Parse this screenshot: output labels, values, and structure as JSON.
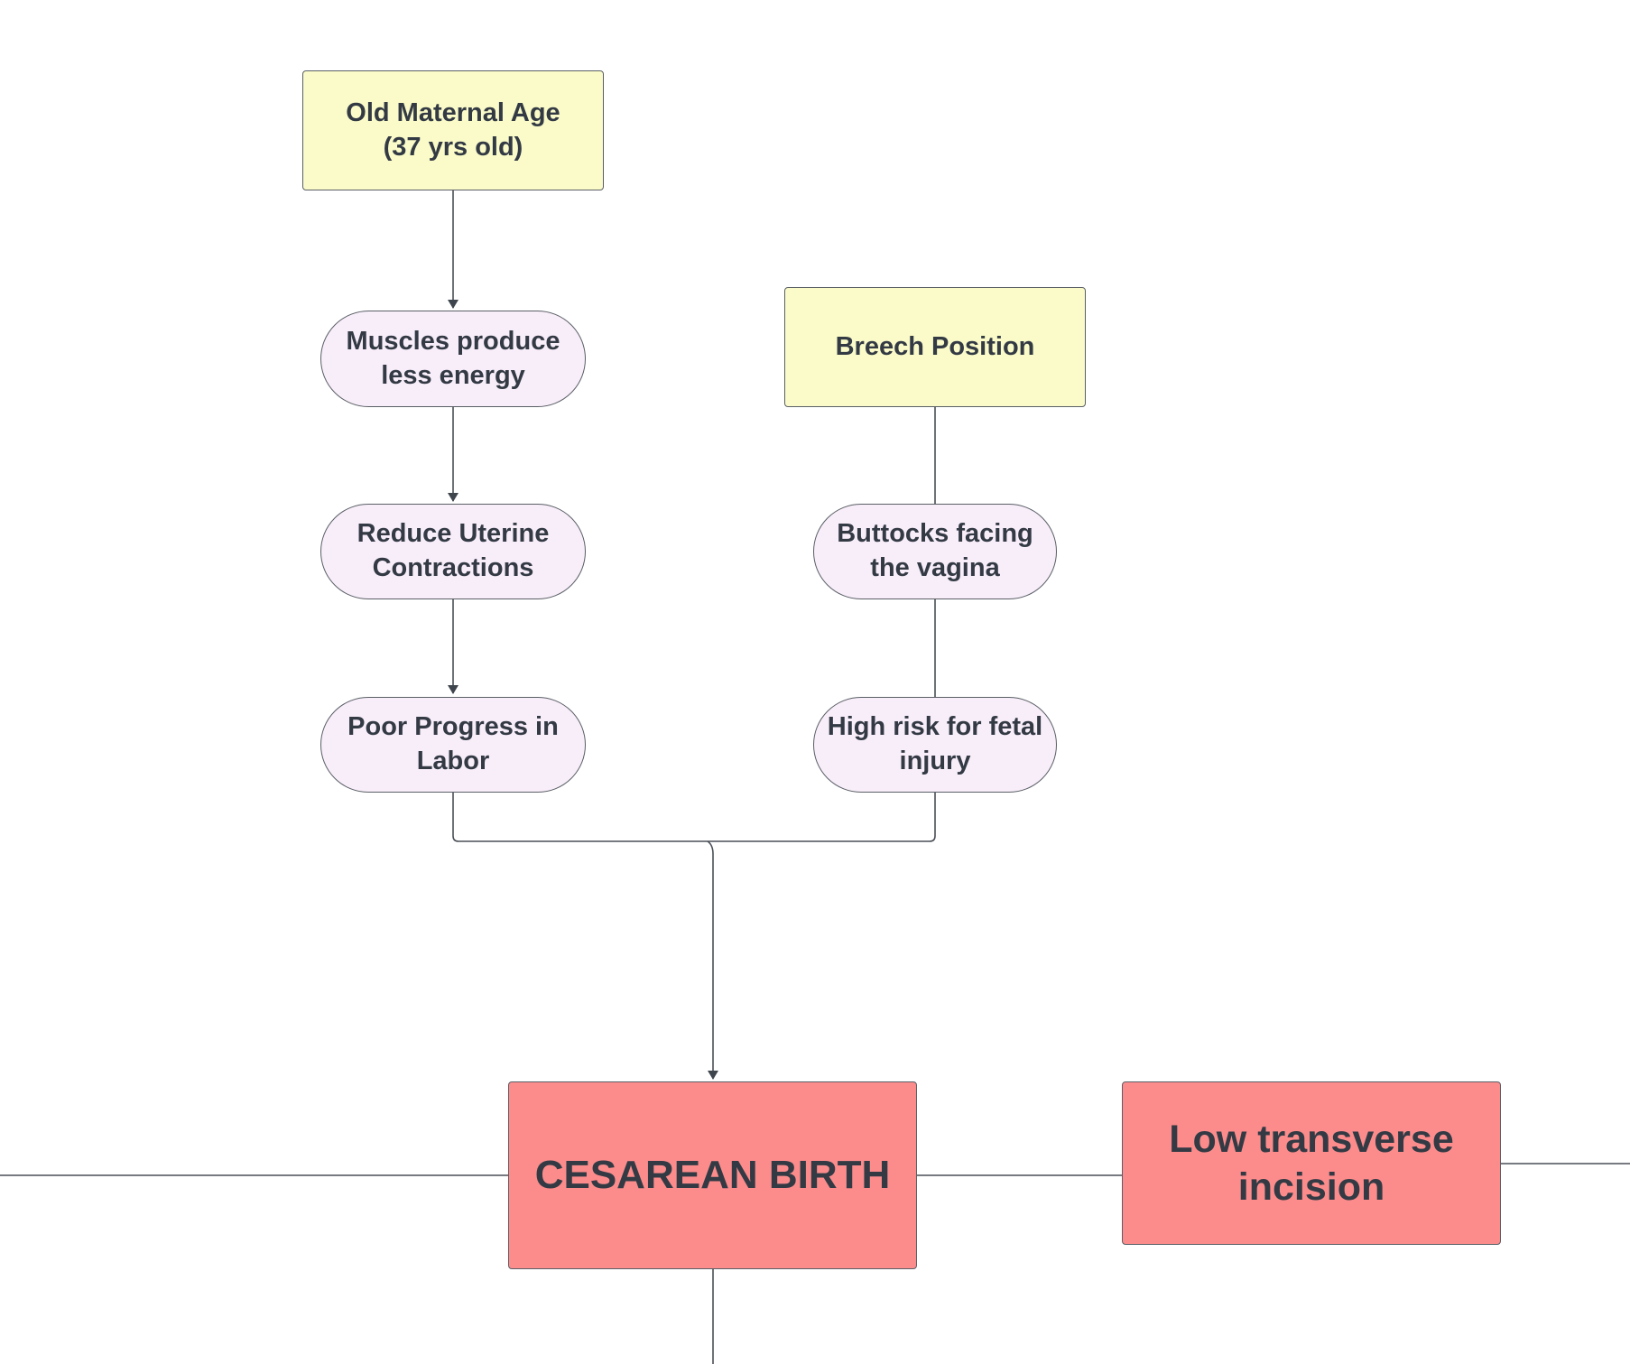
{
  "diagram": {
    "nodes": {
      "old_maternal_age": "Old Maternal Age\n(37 yrs old)",
      "muscles_energy": "Muscles produce\nless energy",
      "reduce_contractions": "Reduce Uterine\nContractions",
      "poor_progress": "Poor Progress in\nLabor",
      "breech_position": "Breech Position",
      "buttocks_facing": "Buttocks facing\nthe vagina",
      "high_risk": "High risk for fetal\ninjury",
      "cesarean_birth": "CESAREAN BIRTH",
      "low_transverse": "Low transverse\nincision"
    },
    "colors": {
      "cause_box": "#fafbc8",
      "effect_pill": "#f8eefa",
      "outcome_box": "#fc8c8c",
      "line": "#4a4f57"
    }
  }
}
